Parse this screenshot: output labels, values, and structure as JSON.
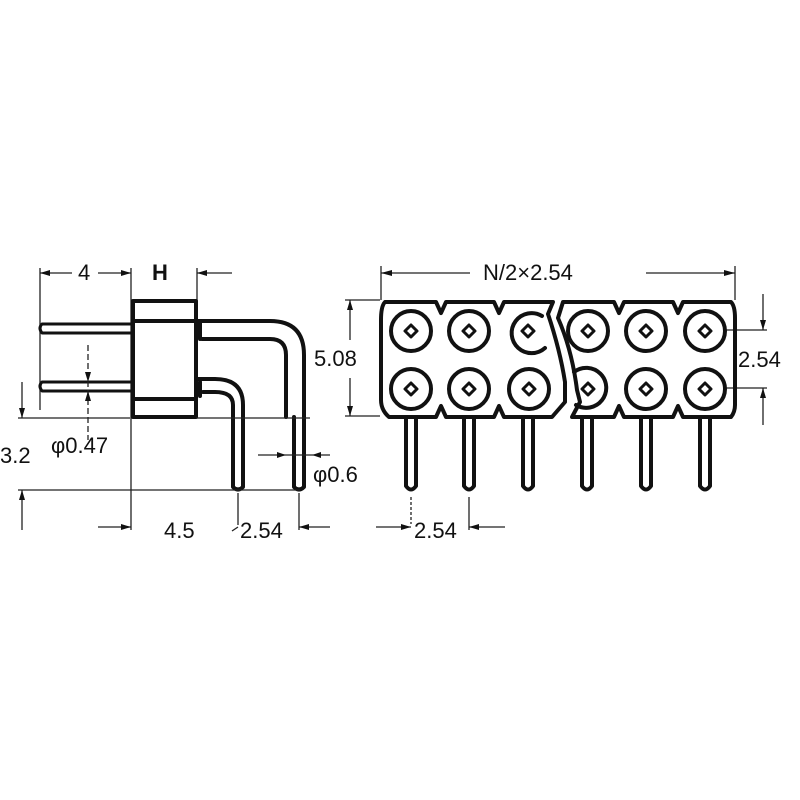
{
  "drawing": {
    "title": "Double-row right-angle pin header socket, dimension drawing",
    "side_view": {
      "dims": {
        "top_left": "4",
        "top_body": "H",
        "left_height": "3.2",
        "pin_dia_left": "φ0.47",
        "pin_dia_bottom": "φ0.6",
        "bottom_offset": "4.5",
        "bottom_pitch": "2.54"
      }
    },
    "front_view": {
      "dims": {
        "overall_width": "N/2×2.54",
        "body_height": "5.08",
        "row_pitch": "2.54",
        "pin_pitch": "2.54"
      },
      "columns": 6,
      "rows": 2
    },
    "colors": {
      "line": "#111111",
      "background": "#ffffff"
    }
  }
}
